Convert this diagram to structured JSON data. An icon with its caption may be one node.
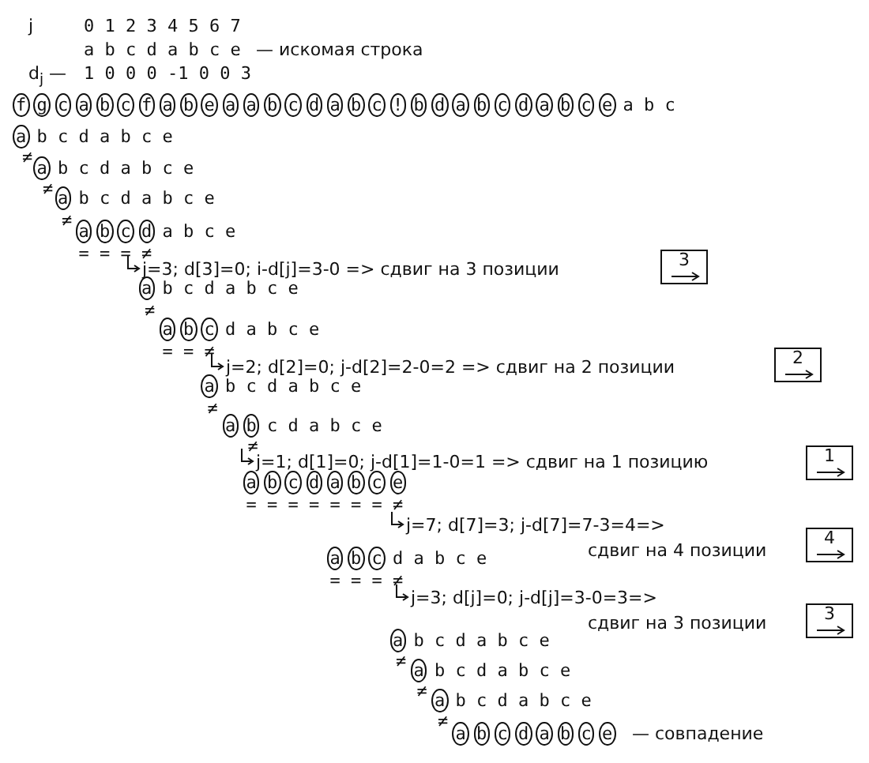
{
  "diagram": {
    "labels": [
      "j",
      "0 1 2 3 4 5 6 7",
      "a b c d a b c e",
      "— искомая строка",
      "d$_{j}$ —",
      "1 0 0 0 -1 0 0 3",
      "f g c a b c f a b e a a b c d a b c ! b d a b c d a b c e a b c",
      "a b c d a b c e",
      "≠",
      "a b c d a b c e",
      "≠",
      "a b c d a b c e",
      "≠",
      "a b c d a b c e",
      "= = = ≠",
      "j=3; d[3]=0; i-d[j]=3-0 => сдвиг на 3 позиции",
      "3",
      "a b c d a b c e",
      "≠",
      "a b c d a b c e",
      "= = ≠",
      "j=2; d[2]=0; j-d[2]=2-0=2 => сдвиг на 2 позиции",
      "2",
      "a b c d a b c e",
      "≠",
      "a b c d a b c e",
      "≠",
      "j=1; d[1]=0; j-d[1]=1-0=1 => сдвиг на 1 позицию",
      "1",
      "a b c d a b c e",
      "= = = = = = = ≠",
      "j=7; d[7]=3; j-d[7]=7-3=4=>",
      "сдвиг на 4 позиции",
      "4",
      "a b c d a b c e",
      "= = = ≠",
      "j=3; d[j]=0; j-d[j]=3-0=3=>",
      "сдвиг на 3 позиции",
      "3",
      "a b c d a b c e",
      "≠",
      "a b c d a b c e",
      "≠",
      "a b c d a b c e",
      "≠",
      "a b c d a b c e",
      "— совпадение"
    ]
  }
}
